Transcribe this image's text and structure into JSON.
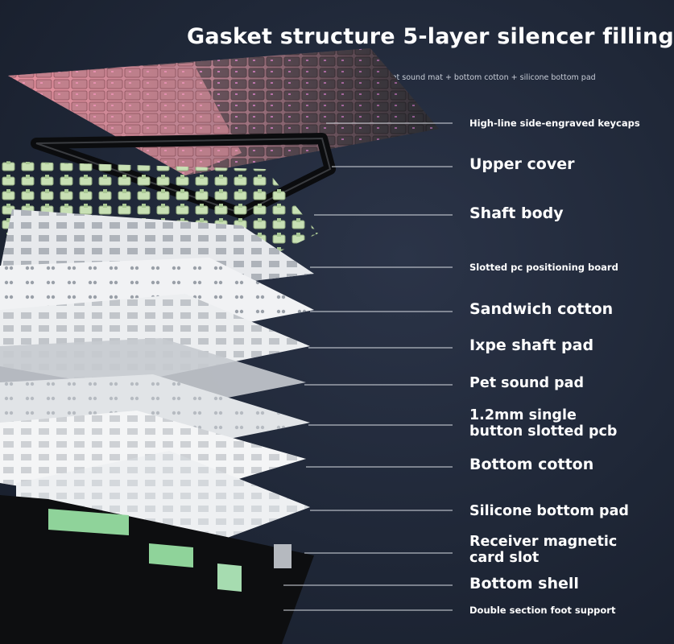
{
  "header": {
    "title": "Gasket structure 5-layer silencer filling",
    "subtitle": "Sandwich cotton + ixpe shaft pad + pet sound mat + bottom cotton + silicone bottom pad"
  },
  "layers": [
    {
      "label": "High-line side-engraved keycaps"
    },
    {
      "label": "Upper cover"
    },
    {
      "label": "Shaft body"
    },
    {
      "label": "Slotted pc positioning board"
    },
    {
      "label": "Sandwich cotton"
    },
    {
      "label": "Ixpe shaft pad"
    },
    {
      "label": "Pet sound pad"
    },
    {
      "label": "1.2mm single",
      "label2": "button slotted pcb"
    },
    {
      "label": "Bottom cotton"
    },
    {
      "label": "Silicone bottom pad"
    },
    {
      "label": "Receiver magnetic",
      "label2": "card slot"
    },
    {
      "label": "Bottom shell"
    },
    {
      "label": "Double section foot support"
    }
  ],
  "colors": {
    "background": "#1f2737",
    "keycap_pink": "#e8909e",
    "keycap_black": "#222428",
    "switch_green": "#c8e0b4",
    "plate_white": "#eceef0",
    "silicone_green": "#8fd39a",
    "shell_black": "#0d0e10"
  }
}
